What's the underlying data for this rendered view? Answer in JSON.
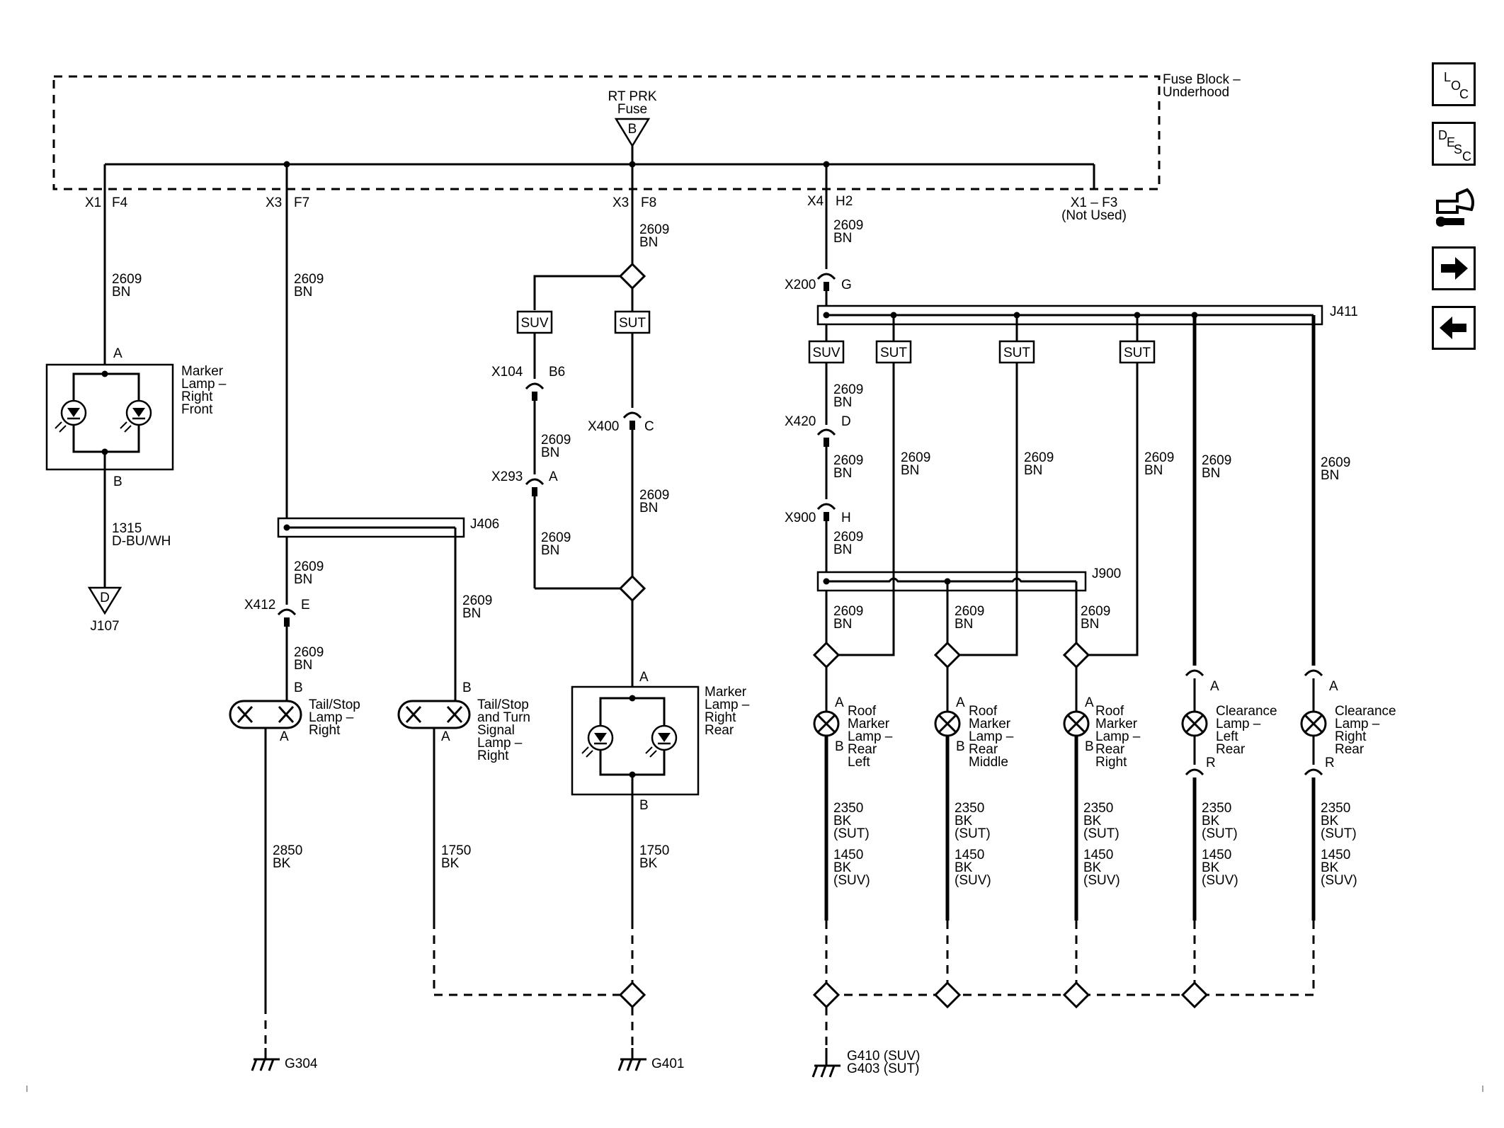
{
  "fuse_block": {
    "label_line1": "Fuse Block –",
    "label_line2": "Underhood"
  },
  "fuse": {
    "line1": "RT PRK",
    "line2": "Fuse",
    "pin": "B"
  },
  "taps": {
    "t1": {
      "conn": "X1",
      "pin": "F4"
    },
    "t2": {
      "conn": "X3",
      "pin": "F7"
    },
    "t3": {
      "conn": "X3",
      "pin": "F8"
    },
    "t4": {
      "conn": "X4",
      "pin": "H2"
    },
    "t5": {
      "line1": "X1 – F3",
      "line2": "(Not Used)"
    }
  },
  "wire_2609": {
    "num": "2609",
    "color": "BN"
  },
  "wire_1315": {
    "num": "1315",
    "color": "D-BU/WH"
  },
  "wire_2850": {
    "num": "2850",
    "color": "BK"
  },
  "wire_1750": {
    "num": "1750",
    "color": "BK"
  },
  "wire_2350": {
    "num": "2350",
    "color": "BK",
    "note": "(SUT)"
  },
  "wire_1450": {
    "num": "1450",
    "color": "BK",
    "note": "(SUV)"
  },
  "options": {
    "suv": "SUV",
    "sut": "SUT"
  },
  "pins": {
    "a": "A",
    "b": "B",
    "c": "C",
    "d": "D",
    "e": "E",
    "g": "G",
    "h": "H",
    "r": "R",
    "b6": "B6"
  },
  "connectors": {
    "x104": "X104",
    "x293": "X293",
    "x400": "X400",
    "x412": "X412",
    "x200": "X200",
    "x420": "X420",
    "x900": "X900"
  },
  "splices": {
    "j406": "J406",
    "j411": "J411",
    "j900": "J900",
    "j107": "J107"
  },
  "grounds": {
    "g304": "G304",
    "g401": "G401",
    "g410": "G410 (SUV)",
    "g403": "G403 (SUT)"
  },
  "marker_front": {
    "l1": "Marker",
    "l2": "Lamp –",
    "l3": "Right",
    "l4": "Front"
  },
  "marker_rear": {
    "l1": "Marker",
    "l2": "Lamp –",
    "l3": "Right",
    "l4": "Rear"
  },
  "tail_stop": {
    "l1": "Tail/Stop",
    "l2": "Lamp –",
    "l3": "Right"
  },
  "tail_turn": {
    "l1": "Tail/Stop",
    "l2": "and Turn",
    "l3": "Signal",
    "l4": "Lamp –",
    "l5": "Right"
  },
  "roof_left": {
    "l1": "Roof",
    "l2": "Marker",
    "l3": "Lamp –",
    "l4": "Rear",
    "l5": "Left"
  },
  "roof_middle": {
    "l1": "Roof",
    "l2": "Marker",
    "l3": "Lamp –",
    "l4": "Rear",
    "l5": "Middle"
  },
  "roof_right": {
    "l1": "Roof",
    "l2": "Marker",
    "l3": "Lamp –",
    "l4": "Rear",
    "l5": "Right"
  },
  "clear_left": {
    "l1": "Clearance",
    "l2": "Lamp –",
    "l3": "Left",
    "l4": "Rear"
  },
  "clear_right": {
    "l1": "Clearance",
    "l2": "Lamp –",
    "l3": "Right",
    "l4": "Rear"
  },
  "nav": {
    "loc": {
      "l": "L",
      "o": "O",
      "c": "C"
    },
    "desc": {
      "d": "D",
      "e": "E",
      "s": "S",
      "c": "C"
    },
    "icon_connector": "connector-wrench-icon",
    "icon_forward": "arrow-right-icon",
    "icon_back": "arrow-left-icon"
  }
}
